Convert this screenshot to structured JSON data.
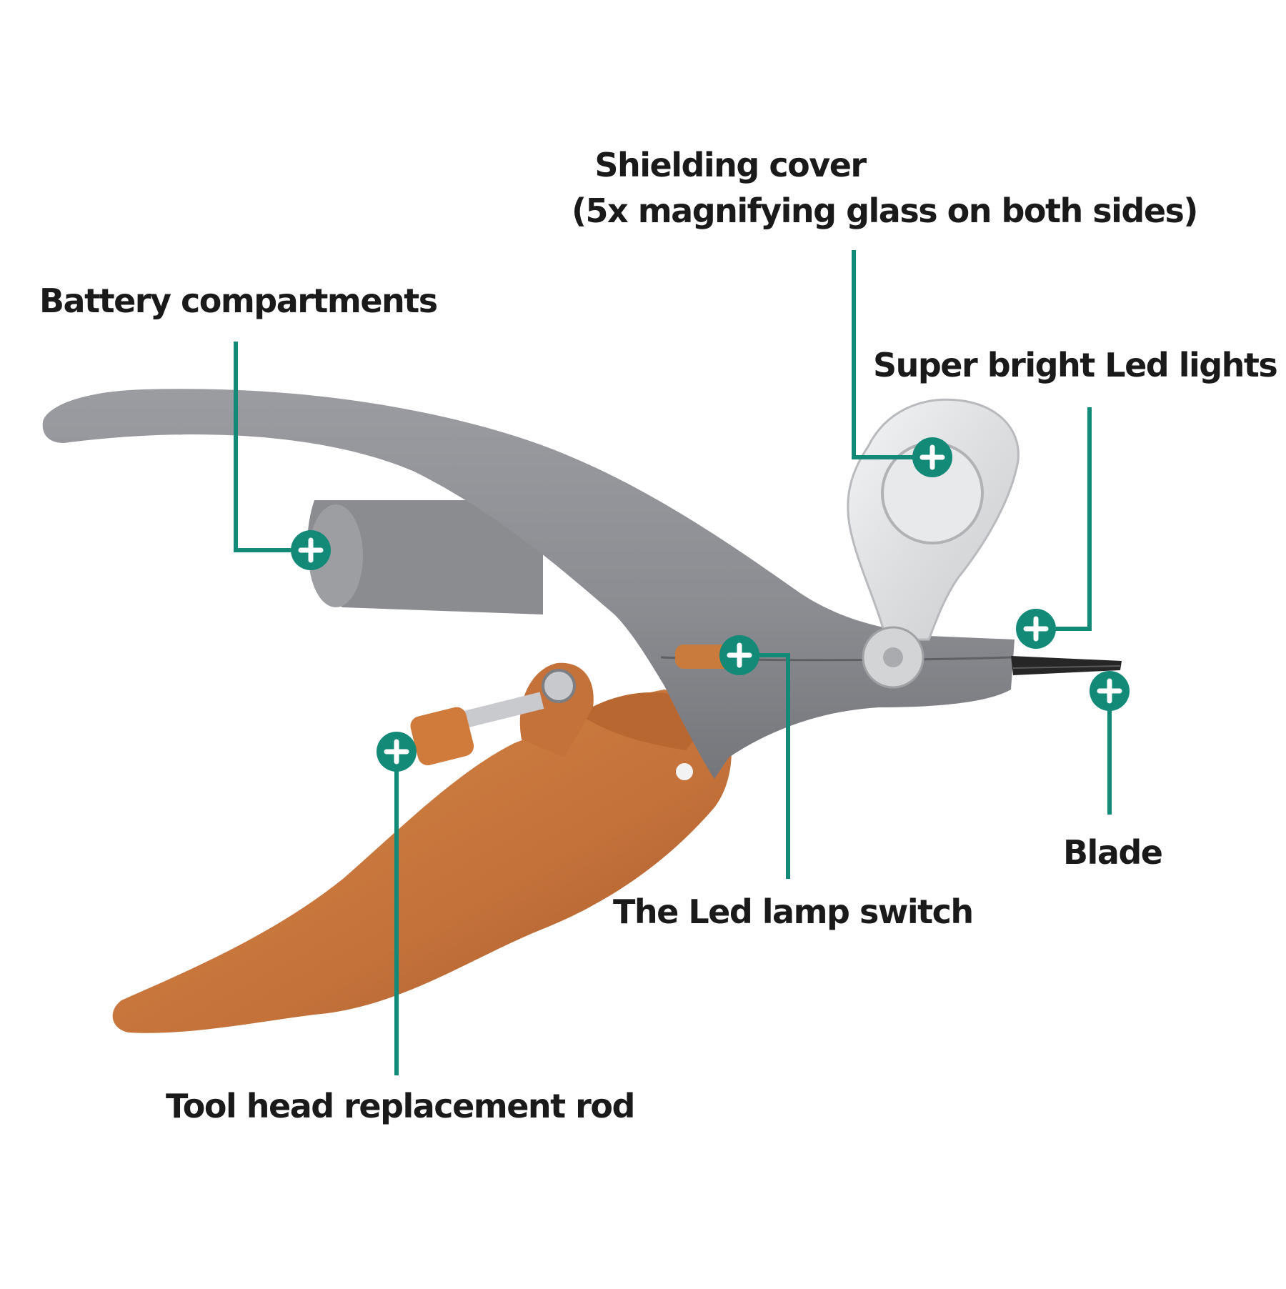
{
  "labels": {
    "shielding_cover_line1": "Shielding cover",
    "shielding_cover_line2": "(5x magnifying glass on both sides)",
    "battery": "Battery compartments",
    "led_lights": "Super bright Led lights",
    "blade": "Blade",
    "lamp_switch": "The Led lamp switch",
    "tool_head": "Tool head replacement rod"
  },
  "colors": {
    "callout_teal": "#138a78",
    "body_gray": "#8f9196",
    "handle_orange": "#c8773a",
    "text": "#1a1a1a"
  },
  "icons": {
    "marker": "plus-circle-icon"
  }
}
